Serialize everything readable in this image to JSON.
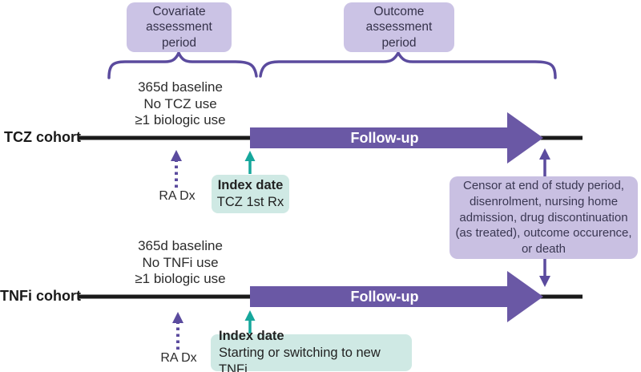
{
  "colors": {
    "purple_dark": "#5b4b9e",
    "purple_bar": "#6a58a5",
    "purple_light_box": "#cbc3e5",
    "censor_box_bg": "#c9c0e2",
    "teal": "#16a79c",
    "mint_box_bg": "#cfe9e4",
    "timeline_black": "#1a1a1a"
  },
  "periods": {
    "covariate": "Covariate\nassessment\nperiod",
    "outcome": "Outcome\nassessment\nperiod"
  },
  "tcz": {
    "label": "TCZ cohort",
    "baseline": "365d baseline\nNo TCZ use\n≥1 biologic use",
    "followup": "Follow-up",
    "ra_dx": "RA Dx",
    "index_title": "Index date",
    "index_detail": "TCZ 1st Rx"
  },
  "tnfi": {
    "label": "TNFi cohort",
    "baseline": "365d baseline\nNo TNFi use\n≥1 biologic use",
    "followup": "Follow-up",
    "ra_dx": "RA Dx",
    "index_title": "Index date",
    "index_detail": "Starting or switching to new TNFi"
  },
  "censor": "Censor at end of study period,\ndisenrolment, nursing home\nadmission, drug discontinuation\n(as treated), outcome occurence,\nor death"
}
